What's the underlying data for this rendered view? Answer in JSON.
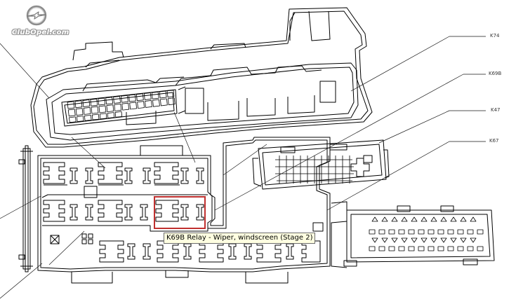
{
  "watermark": {
    "text": "ClubOpel.com",
    "icon": "opel-logo-icon"
  },
  "callouts": [
    {
      "id": "k74",
      "label": "K74"
    },
    {
      "id": "k69b",
      "label": "K69B"
    },
    {
      "id": "k47",
      "label": "K47"
    },
    {
      "id": "k67",
      "label": "K67"
    }
  ],
  "tooltip": {
    "text": "K69B Relay - Wiper, windscreen (Stage 2)"
  },
  "colors": {
    "line": "#000000",
    "leader": "#1a1a1a",
    "highlight": "#c0302f",
    "tooltip_bg": "#ffffe1"
  }
}
